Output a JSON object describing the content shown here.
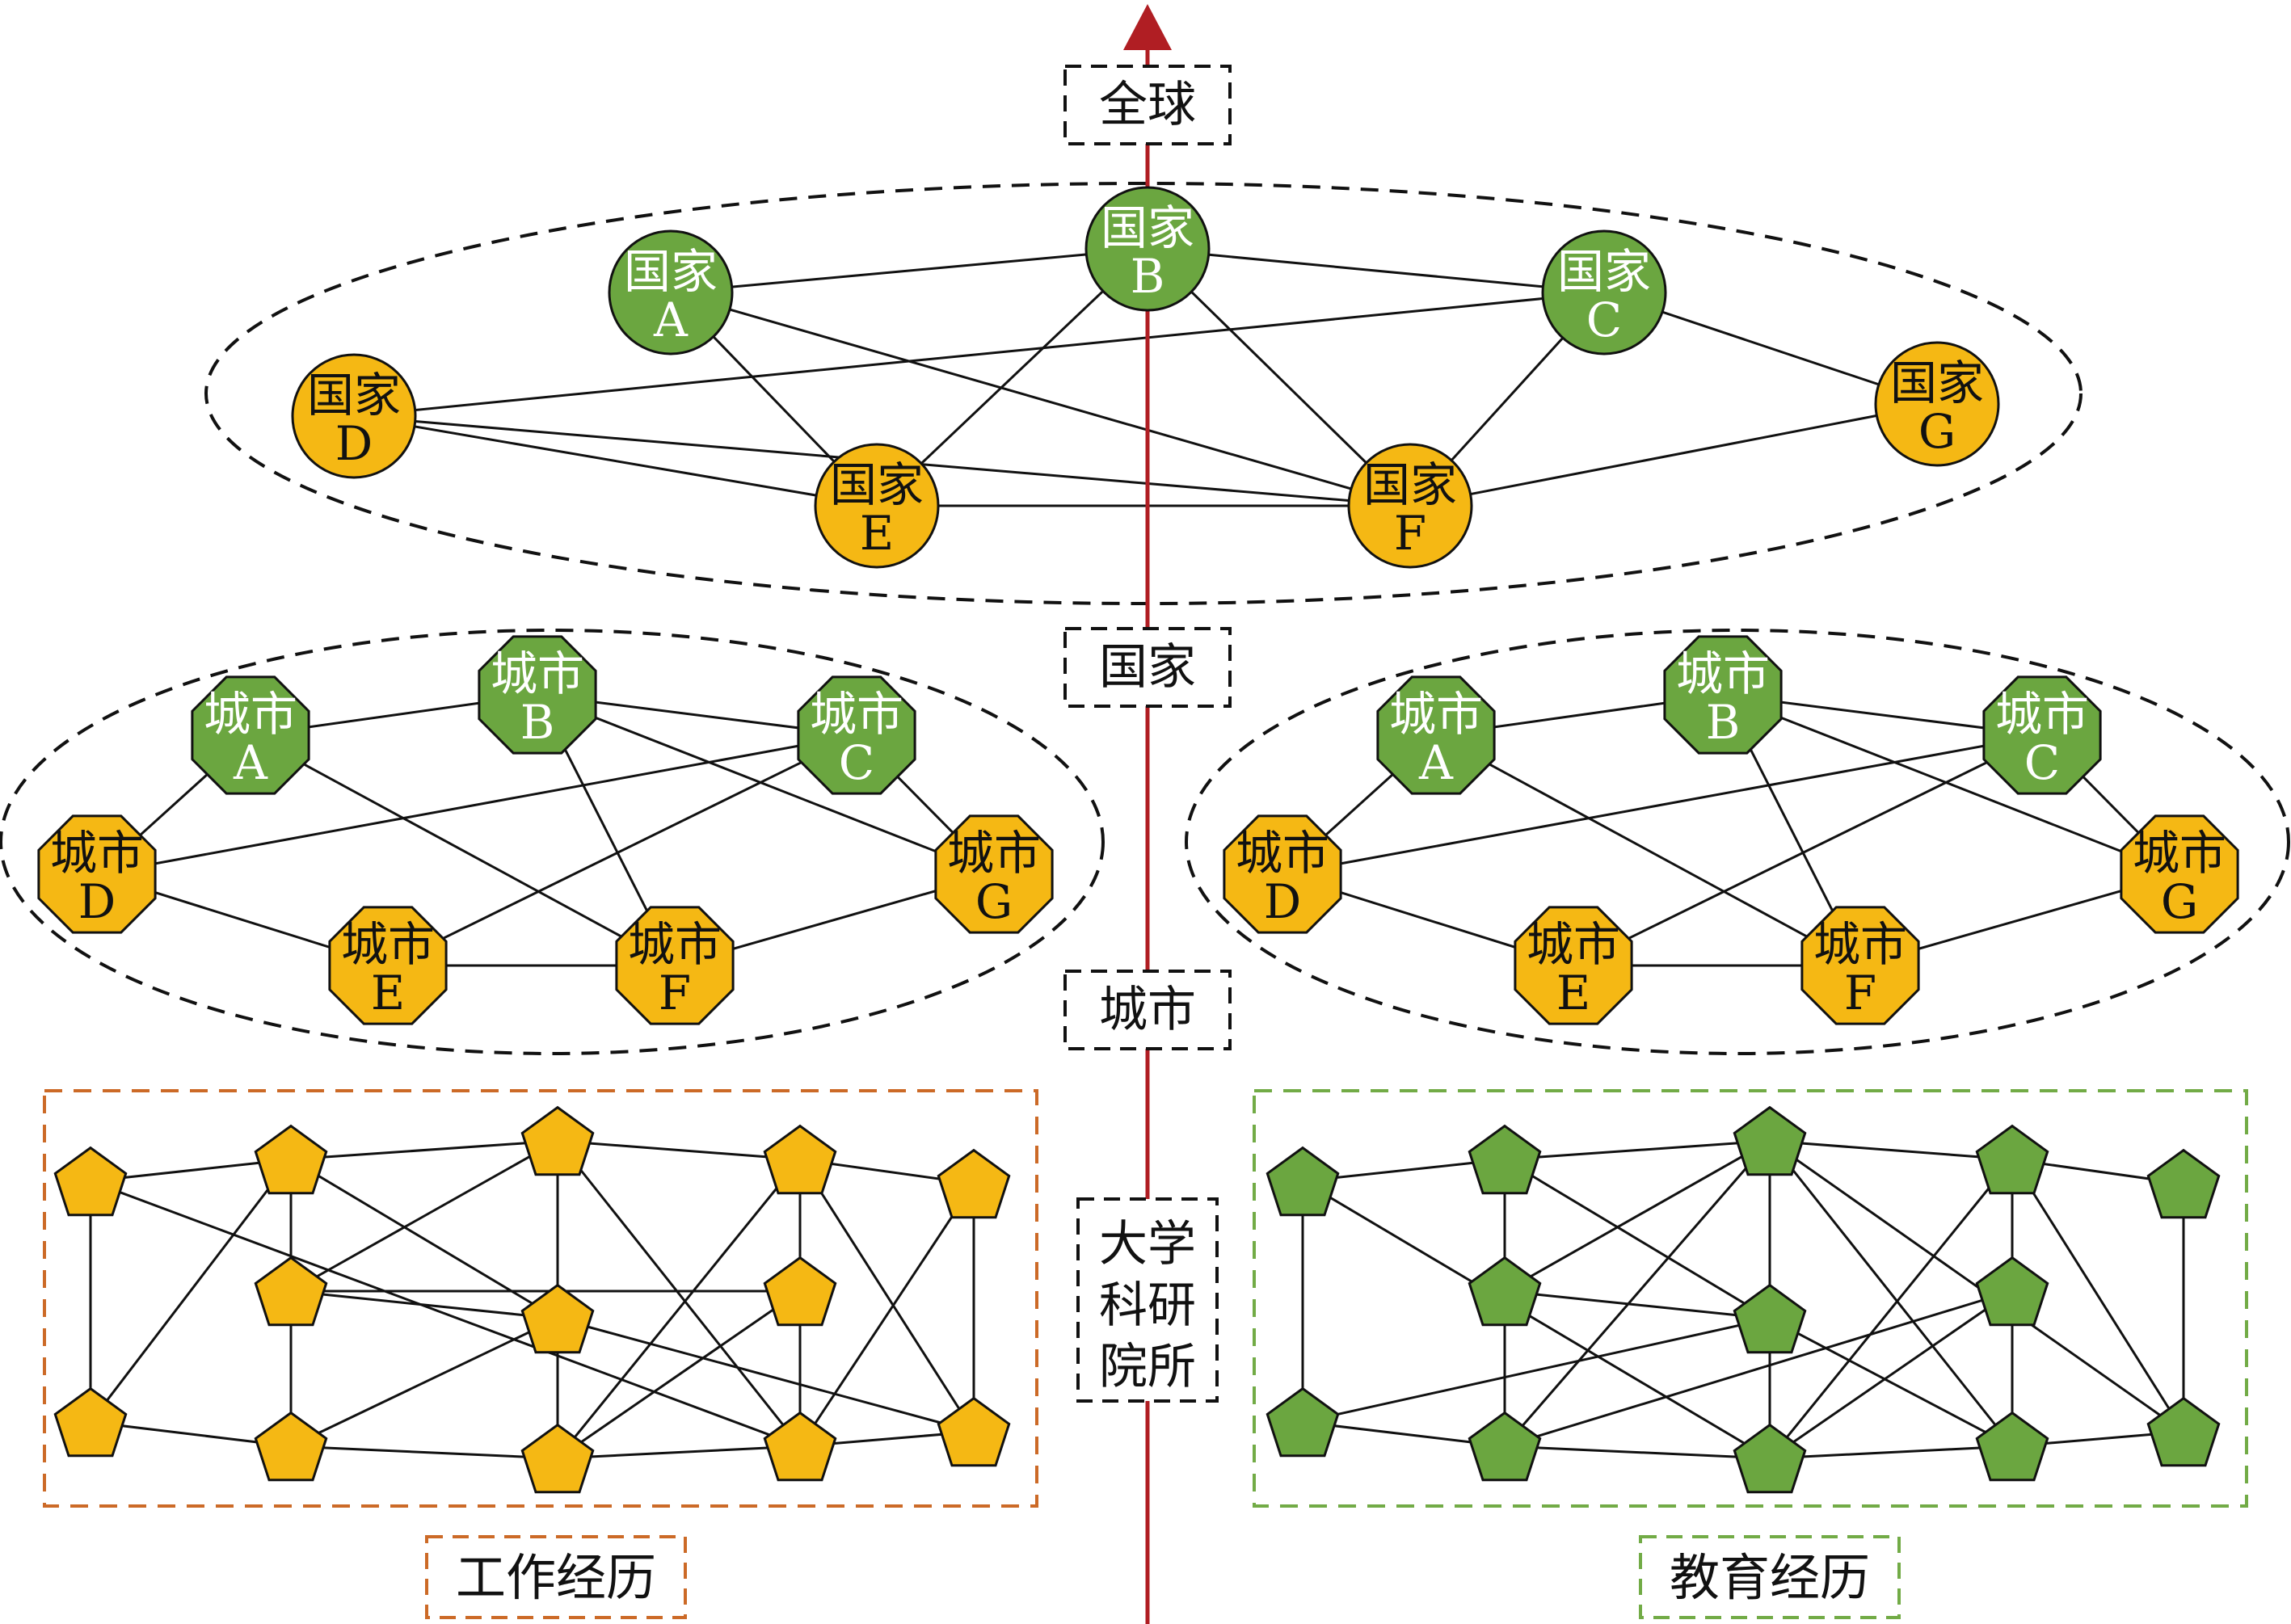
{
  "colors": {
    "green": "#6ba640",
    "orange": "#f5b814",
    "axis": "#b01e23",
    "work_frame": "#cc6a27",
    "edu_frame": "#72ab46",
    "edge": "#111111"
  },
  "levels": {
    "global": "全球",
    "country": "国家",
    "city": "城市",
    "institution": [
      "大学",
      "科研",
      "院所"
    ]
  },
  "captions": {
    "work": "工作经历",
    "education": "教育经历"
  },
  "country_nodes": [
    {
      "line1": "国家",
      "line2": "A",
      "color": "green"
    },
    {
      "line1": "国家",
      "line2": "B",
      "color": "green"
    },
    {
      "line1": "国家",
      "line2": "C",
      "color": "green"
    },
    {
      "line1": "国家",
      "line2": "D",
      "color": "orange"
    },
    {
      "line1": "国家",
      "line2": "E",
      "color": "orange"
    },
    {
      "line1": "国家",
      "line2": "F",
      "color": "orange"
    },
    {
      "line1": "国家",
      "line2": "G",
      "color": "orange"
    }
  ],
  "city_nodes": [
    {
      "line1": "城市",
      "line2": "A",
      "color": "green"
    },
    {
      "line1": "城市",
      "line2": "B",
      "color": "green"
    },
    {
      "line1": "城市",
      "line2": "C",
      "color": "green"
    },
    {
      "line1": "城市",
      "line2": "D",
      "color": "orange"
    },
    {
      "line1": "城市",
      "line2": "E",
      "color": "orange"
    },
    {
      "line1": "城市",
      "line2": "F",
      "color": "orange"
    },
    {
      "line1": "城市",
      "line2": "G",
      "color": "orange"
    }
  ]
}
